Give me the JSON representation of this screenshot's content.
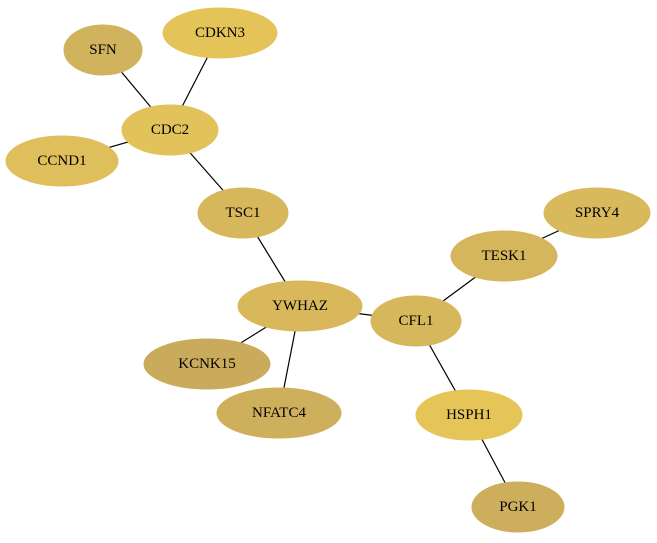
{
  "graph": {
    "nodes": [
      {
        "id": "SFN",
        "label": "SFN",
        "color": "#D0B35C"
      },
      {
        "id": "CDKN3",
        "label": "CDKN3",
        "color": "#E4C459"
      },
      {
        "id": "CDC2",
        "label": "CDC2",
        "color": "#E2C25A"
      },
      {
        "id": "CCND1",
        "label": "CCND1",
        "color": "#DFBF5B"
      },
      {
        "id": "TSC1",
        "label": "TSC1",
        "color": "#D6B75B"
      },
      {
        "id": "SPRY4",
        "label": "SPRY4",
        "color": "#D8B95B"
      },
      {
        "id": "TESK1",
        "label": "TESK1",
        "color": "#D5B65C"
      },
      {
        "id": "YWHAZ",
        "label": "YWHAZ",
        "color": "#D8B85B"
      },
      {
        "id": "CFL1",
        "label": "CFL1",
        "color": "#D6B75B"
      },
      {
        "id": "KCNK15",
        "label": "KCNK15",
        "color": "#C9AB5B"
      },
      {
        "id": "NFATC4",
        "label": "NFATC4",
        "color": "#CEAF5C"
      },
      {
        "id": "HSPH1",
        "label": "HSPH1",
        "color": "#E6C558"
      },
      {
        "id": "PGK1",
        "label": "PGK1",
        "color": "#CDAE5D"
      }
    ],
    "edges": [
      [
        "SFN",
        "CDC2"
      ],
      [
        "CDKN3",
        "CDC2"
      ],
      [
        "CCND1",
        "CDC2"
      ],
      [
        "CDC2",
        "TSC1"
      ],
      [
        "TSC1",
        "YWHAZ"
      ],
      [
        "YWHAZ",
        "KCNK15"
      ],
      [
        "YWHAZ",
        "NFATC4"
      ],
      [
        "YWHAZ",
        "CFL1"
      ],
      [
        "CFL1",
        "TESK1"
      ],
      [
        "TESK1",
        "SPRY4"
      ],
      [
        "CFL1",
        "HSPH1"
      ],
      [
        "HSPH1",
        "PGK1"
      ]
    ]
  }
}
